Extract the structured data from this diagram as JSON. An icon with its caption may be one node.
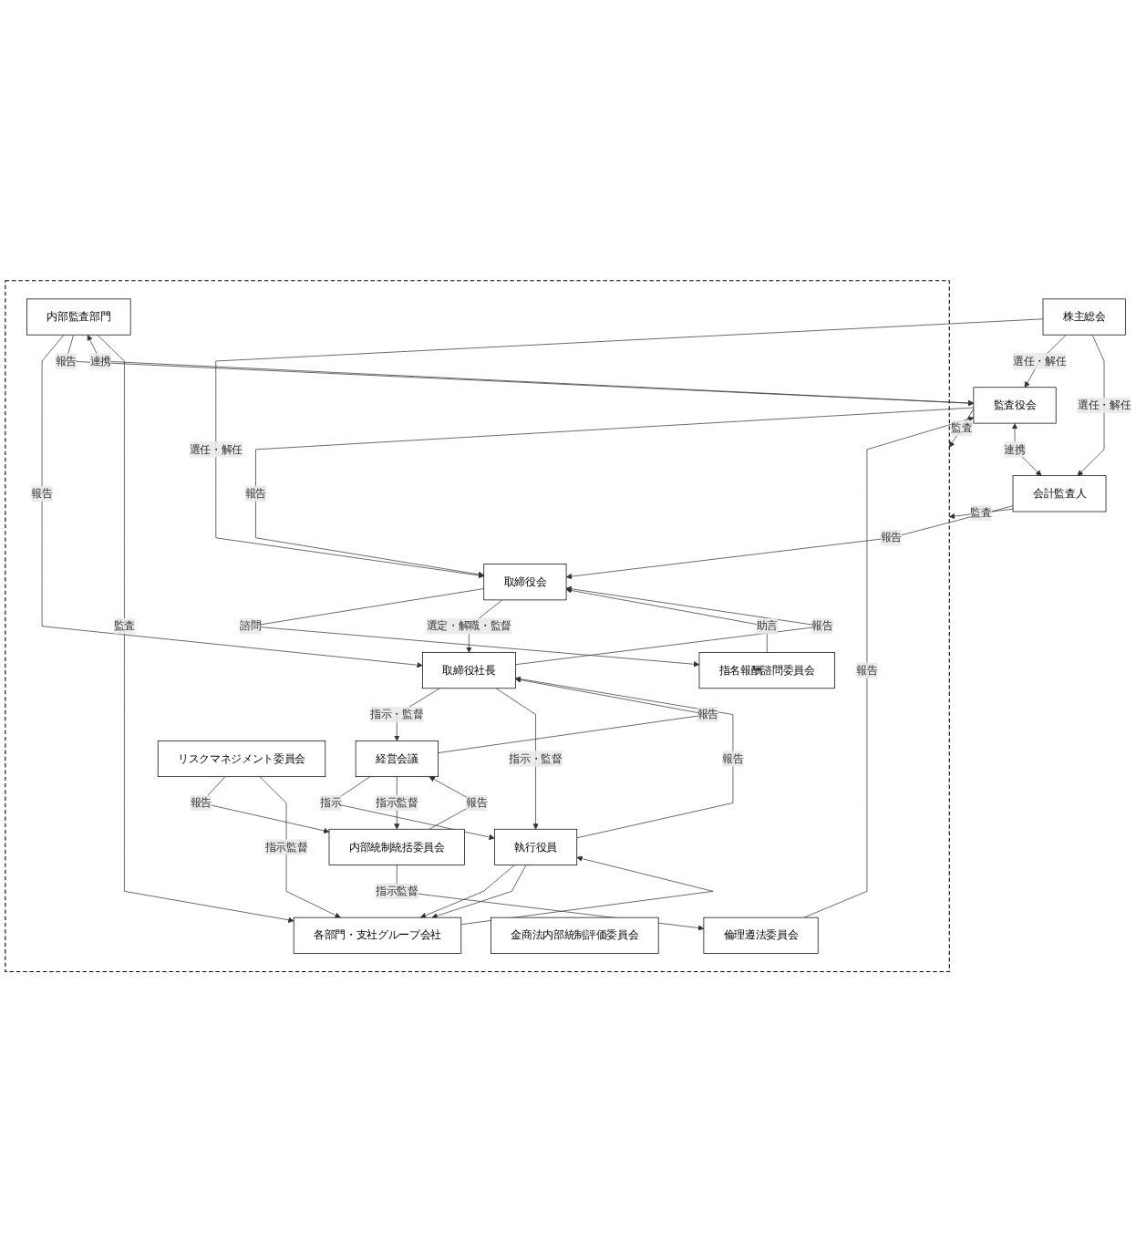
{
  "diagram": {
    "nodes": [
      {
        "text": [
          "株主総会"
        ]
      },
      {
        "text": [],
        "shape": "box"
      },
      {
        "text": [
          "監査役会"
        ]
      },
      {
        "text": [
          "会計監査人"
        ]
      },
      {
        "text": [
          "取締役会"
        ],
        "in": 1
      },
      {
        "text": [
          "指名報酬諮問委員会"
        ],
        "in": 1
      },
      {
        "text": [
          "取締役社長"
        ],
        "in": 1
      },
      {
        "text": [
          "経営会議"
        ],
        "in": 1
      },
      {
        "text": [
          "内部監査部門"
        ],
        "in": 1
      },
      {
        "text": [
          "内部統制統括委員会"
        ],
        "in": 1
      },
      {
        "text": [
          "倫理遵法委員会"
        ],
        "in": 1
      },
      {
        "text": [
          "リスクマネジメント委員会"
        ],
        "in": 1
      },
      {
        "text": [
          "金商法内部統制評価委員会"
        ],
        "in": 1
      },
      {
        "text": [
          "執行役員"
        ],
        "in": 1
      },
      {
        "text": [
          "各部門・支社グループ会社"
        ],
        "in": 1
      }
    ],
    "edges": [
      {
        "from": 0,
        "to": 2,
        "arrow": "to",
        "label": "選任・解任"
      },
      {
        "from": 0,
        "to": 4,
        "arrow": "to",
        "label": "選任・解任"
      },
      {
        "from": 0,
        "to": 3,
        "arrow": "to",
        "label": "選任・解任"
      },
      {
        "from": 2,
        "to": 4,
        "arrow": "to",
        "label": "報告"
      },
      {
        "from": 3,
        "to": 4,
        "arrow": "to",
        "label": "報告"
      },
      {
        "from": 5,
        "to": 4,
        "arrow": "to",
        "label": "助言"
      },
      {
        "from": 4,
        "to": 5,
        "arrow": "to",
        "label": "諮問"
      },
      {
        "from": 6,
        "to": 4,
        "arrow": "to",
        "label": "報告"
      },
      {
        "from": 4,
        "to": 6,
        "arrow": "to",
        "label": "選定・解職・監督"
      },
      {
        "from": 2,
        "to": 1,
        "arrow": "to",
        "label": "監査"
      },
      {
        "from": 3,
        "to": 1,
        "arrow": "to",
        "label": "監査"
      },
      {
        "from": 8,
        "to": 6,
        "arrow": "to",
        "label": "報告"
      },
      {
        "from": 7,
        "to": 6,
        "arrow": "to",
        "label": "報告"
      },
      {
        "from": 6,
        "to": 7,
        "arrow": "to",
        "label": "指示・監督"
      },
      {
        "from": 13,
        "to": 6,
        "arrow": "to",
        "label": "報告"
      },
      {
        "from": 6,
        "to": 13,
        "arrow": "to",
        "label": "指示・監督"
      },
      {
        "from": 7,
        "to": 13,
        "arrow": "to",
        "label": "指示"
      },
      {
        "from": 7,
        "to": 9,
        "arrow": "to",
        "label": "指示監督"
      },
      {
        "from": 9,
        "to": 7,
        "arrow": "to",
        "label": "報告"
      },
      {
        "from": 8,
        "to": 2,
        "arrow": "to",
        "label": "報告"
      },
      {
        "from": 8,
        "to": 2,
        "arrow": "both",
        "label": "連携"
      },
      {
        "from": 9,
        "to": 10,
        "arrow": "to",
        "label": "指示監督"
      },
      {
        "from": 11,
        "to": 9,
        "arrow": "to",
        "label": "報告"
      },
      {
        "from": 10,
        "to": 2,
        "arrow": "to",
        "label": "報告"
      },
      {
        "from": 14,
        "to": 13,
        "arrow": "to"
      },
      {
        "from": 13,
        "to": 14,
        "arrow": "to"
      },
      {
        "from": 13,
        "to": 14,
        "arrow": "to"
      },
      {
        "from": 8,
        "to": 14,
        "arrow": "to",
        "label": "監査"
      },
      {
        "from": 11,
        "to": 14,
        "arrow": "to",
        "label": "指示監督"
      },
      {
        "from": 2,
        "to": 3,
        "arrow": "both",
        "label": "連携"
      }
    ]
  }
}
